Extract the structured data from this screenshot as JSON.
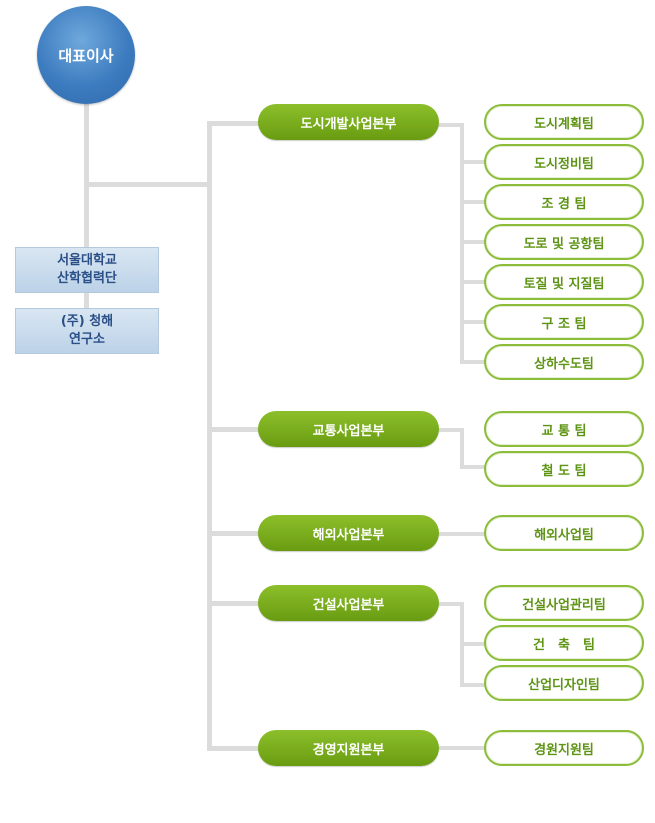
{
  "ceo": "대표이사",
  "affiliates": [
    {
      "line1": "서울대학교",
      "line2": "산학협력단"
    },
    {
      "line1": "(주) 청해",
      "line2": "연구소"
    }
  ],
  "divisions": [
    {
      "name": "도시개발사업본부",
      "teams": [
        "도시계획팀",
        "도시정비팀",
        "조 경 팀",
        "도로 및 공항팀",
        "토질 및 지질팀",
        "구 조 팀",
        "상하수도팀"
      ]
    },
    {
      "name": "교통사업본부",
      "teams": [
        "교 통 팀",
        "철 도 팀"
      ]
    },
    {
      "name": "해외사업본부",
      "teams": [
        "해외사업팀"
      ]
    },
    {
      "name": "건설사업본부",
      "teams": [
        "건설사업관리팀",
        "건　축　팀",
        "산업디자인팀"
      ]
    },
    {
      "name": "경영지원본부",
      "teams": [
        "경원지원팀"
      ]
    }
  ],
  "colors": {
    "ceo": "#3d7cc0",
    "affiliate_text": "#2a4e86",
    "division": "#7aac1c",
    "team_border": "#8cbd3a",
    "team_text": "#5e9414",
    "connector": "#dcdcdc"
  }
}
